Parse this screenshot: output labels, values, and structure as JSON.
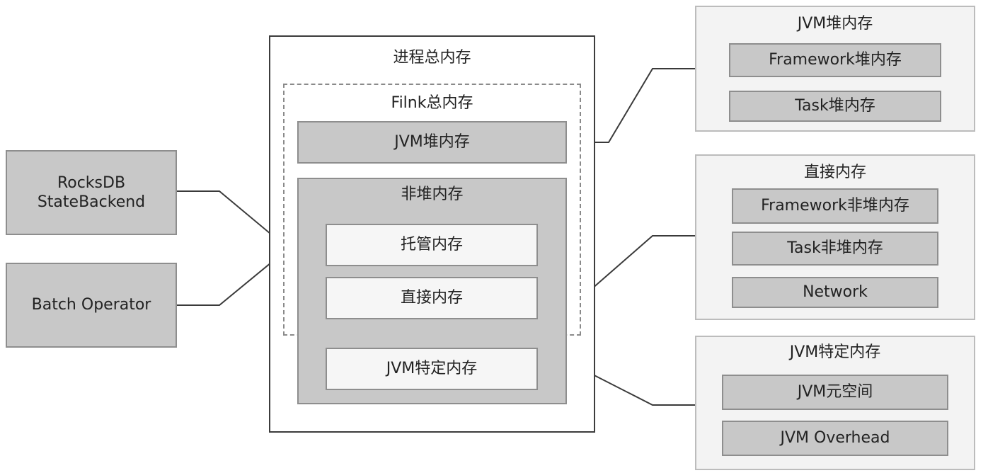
{
  "process_memory": {
    "title": "进程总内存"
  },
  "flink_memory": {
    "title": "Filnk总内存"
  },
  "heap": {
    "label": "JVM堆内存"
  },
  "offheap": {
    "title": "非堆内存"
  },
  "managed": {
    "label": "托管内存"
  },
  "direct": {
    "label": "直接内存"
  },
  "jvm_specific": {
    "label": "JVM特定内存"
  },
  "consumers": {
    "rocksdb": {
      "line1": "RocksDB",
      "line2": "StateBackend"
    },
    "batch": {
      "label": "Batch Operator"
    }
  },
  "detail_heap": {
    "title": "JVM堆内存",
    "items": [
      "Framework堆内存",
      "Task堆内存"
    ]
  },
  "detail_direct": {
    "title": "直接内存",
    "items": [
      "Framework非堆内存",
      "Task非堆内存",
      "Network"
    ]
  },
  "detail_jvm": {
    "title": "JVM特定内存",
    "items": [
      "JVM元空间",
      "JVM Overhead"
    ]
  }
}
